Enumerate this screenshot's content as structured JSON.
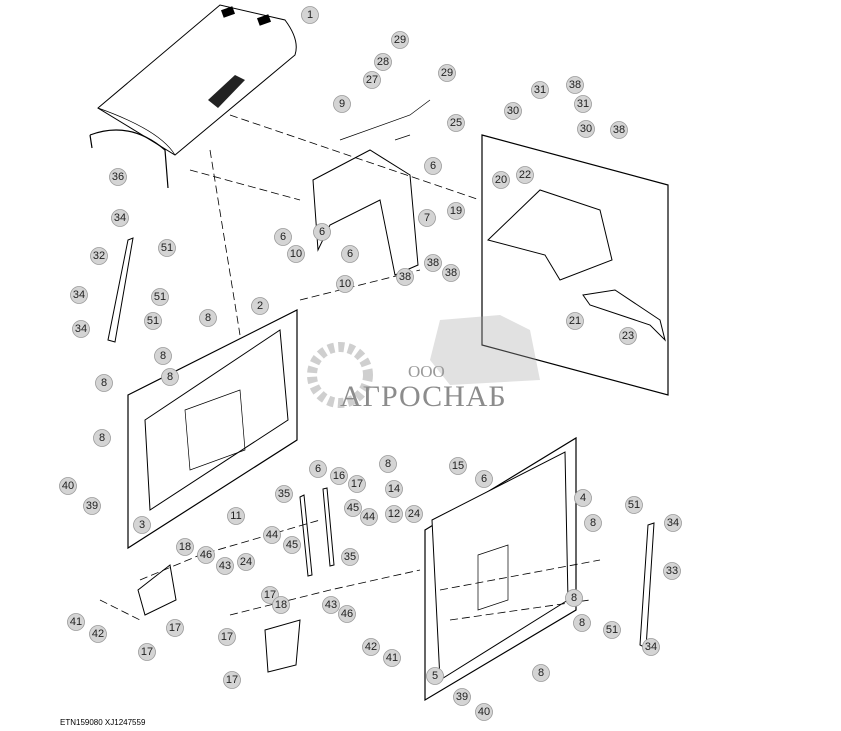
{
  "footer": {
    "code": "ETN159080  XJ1247559"
  },
  "watermark": {
    "prefix": "ООО",
    "name": "АГРОСНАБ"
  },
  "callouts": [
    "1",
    "29",
    "29",
    "28",
    "27",
    "9",
    "25",
    "31",
    "38",
    "31",
    "30",
    "30",
    "38",
    "36",
    "6",
    "7",
    "20",
    "22",
    "19",
    "34",
    "32",
    "51",
    "6",
    "6",
    "10",
    "6",
    "10",
    "38",
    "38",
    "38",
    "34",
    "51",
    "34",
    "51",
    "2",
    "8",
    "8",
    "8",
    "21",
    "23",
    "8",
    "8",
    "6",
    "16",
    "17",
    "8",
    "15",
    "6",
    "14",
    "4",
    "40",
    "39",
    "3",
    "11",
    "35",
    "45",
    "44",
    "12",
    "24",
    "8",
    "51",
    "34",
    "18",
    "46",
    "43",
    "24",
    "44",
    "45",
    "35",
    "33",
    "43",
    "46",
    "8",
    "17",
    "18",
    "41",
    "42",
    "17",
    "17",
    "17",
    "8",
    "42",
    "41",
    "51",
    "34",
    "8",
    "17",
    "5",
    "39",
    "40"
  ]
}
